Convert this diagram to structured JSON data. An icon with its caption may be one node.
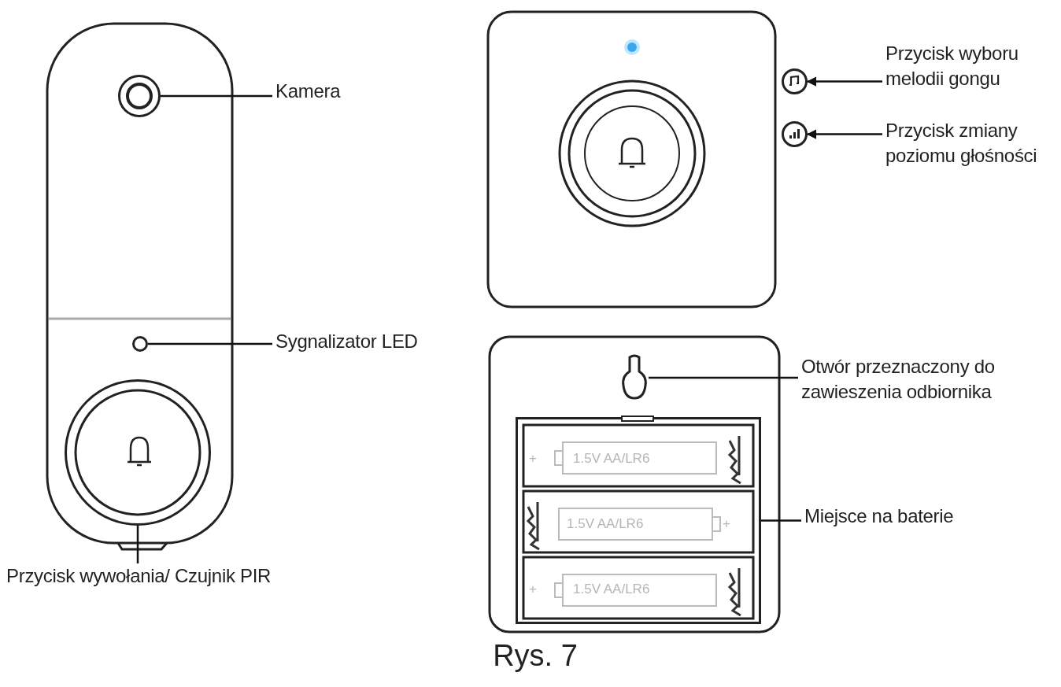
{
  "diagram": {
    "caption": "Rys. 7",
    "nodes": [
      {
        "text": [
          "Kamera"
        ]
      },
      {
        "text": [],
        "shape": "circle"
      },
      {
        "text": [
          "Sygnalizator LED"
        ]
      },
      {
        "text": [],
        "shape": "circle"
      },
      {
        "text": [
          "Przycisk wywołania/ Czujnik PIR"
        ]
      },
      {
        "text": [],
        "shape": "circle"
      },
      {
        "text": [
          "Przycisk wyboru melodii gongu"
        ]
      },
      {
        "text": [],
        "shape": "circle"
      },
      {
        "text": [
          "Przycisk zmiany poziomu głośności"
        ]
      },
      {
        "text": [],
        "shape": "circle"
      },
      {
        "text": [
          "Otwór przeznaczony do zawieszenia odbiornika"
        ]
      },
      {
        "text": [],
        "shape": "keyhole"
      },
      {
        "text": [
          "Miejsce na baterie"
        ]
      },
      {
        "text": [],
        "shape": "box"
      }
    ],
    "edges": [
      {
        "from": 0,
        "to": 1,
        "arrow": "none"
      },
      {
        "from": 2,
        "to": 3,
        "arrow": "none"
      },
      {
        "from": 4,
        "to": 5,
        "arrow": "none"
      },
      {
        "from": 6,
        "to": 7,
        "arrow": "to"
      },
      {
        "from": 8,
        "to": 9,
        "arrow": "to"
      },
      {
        "from": 10,
        "to": 11,
        "arrow": "none"
      },
      {
        "from": 12,
        "to": 13,
        "arrow": "none"
      }
    ],
    "labels": [
      "+",
      "1.5V AA/LR6",
      "1.5V AA/LR6",
      "+",
      "+",
      "1.5V AA/LR6"
    ]
  }
}
